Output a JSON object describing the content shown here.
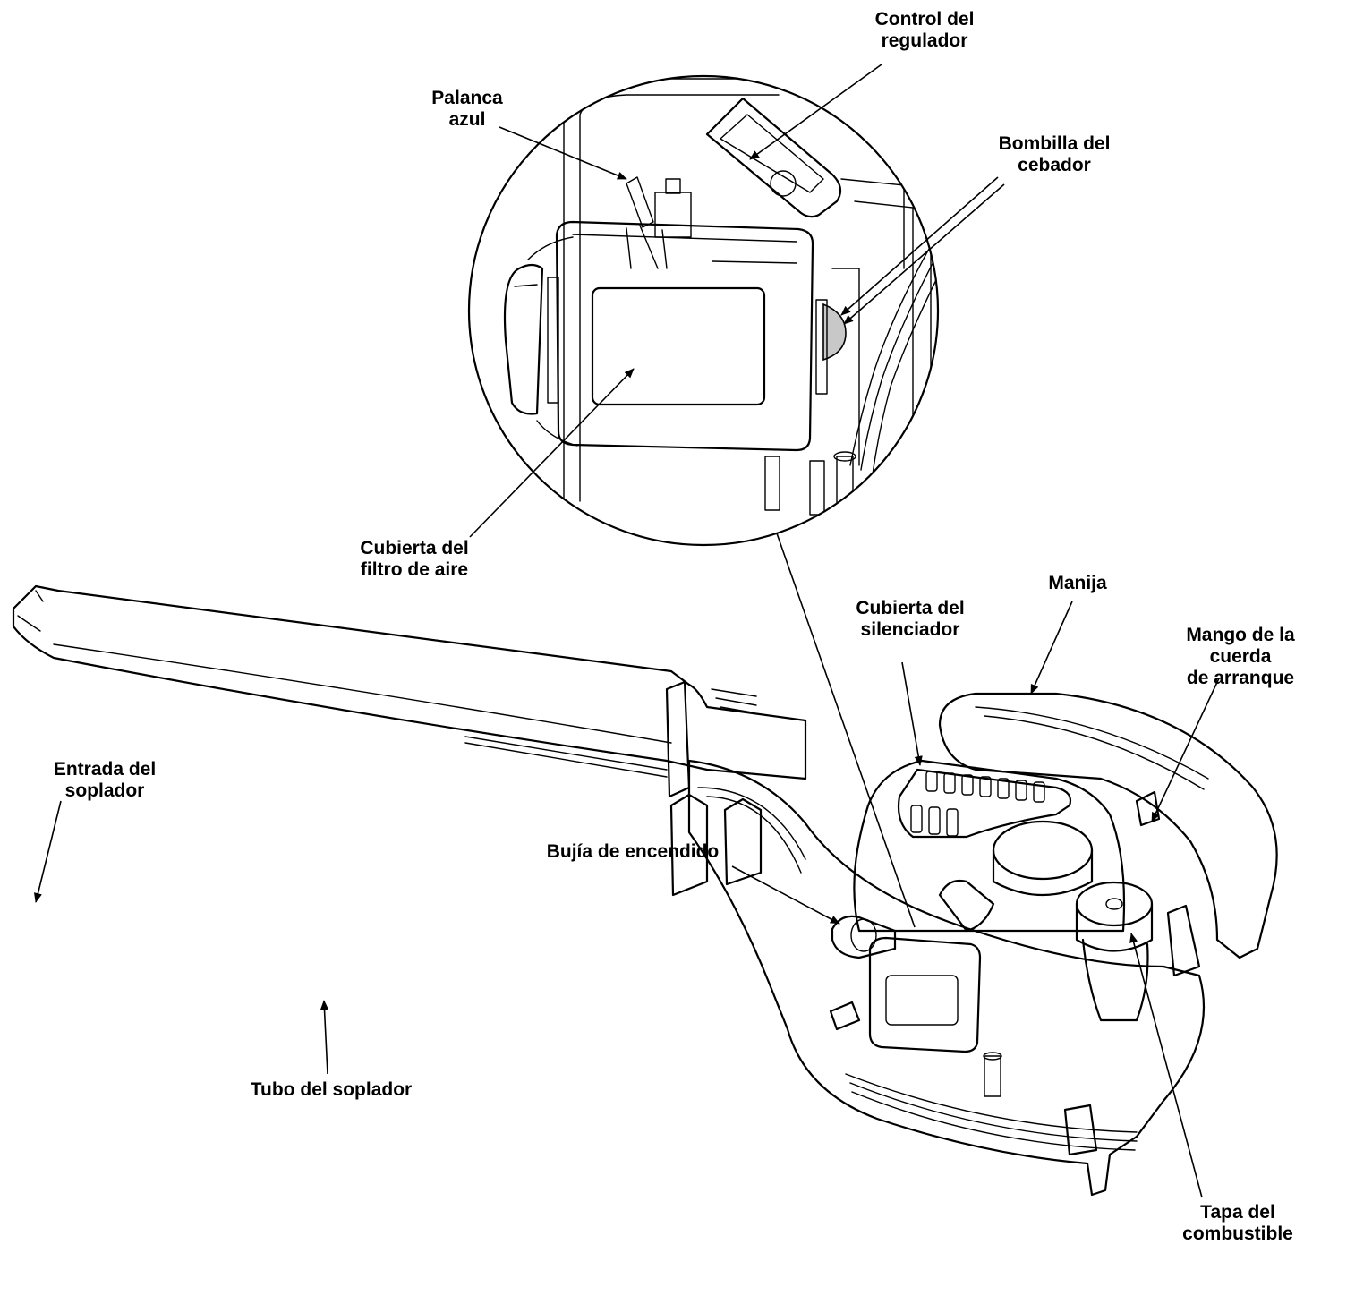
{
  "labels": {
    "throttle_control": "Control del\nregulador",
    "blue_lever": "Palanca\nazul",
    "primer_bulb": "Bombilla del\ncebador",
    "air_filter_cover": "Cubierta del\nfiltro de aire",
    "handle": "Manija",
    "muffler_cover": "Cubierta del\nsilenciador",
    "starter_rope_handle": "Mango de la cuerda\nde arranque",
    "blower_inlet": "Entrada del\nsoplador",
    "spark_plug": "Bujía de encendido",
    "blower_tube": "Tubo del soplador",
    "fuel_cap": "Tapa del\ncombustible"
  },
  "colors": {
    "line": "#000000",
    "primer_bulb_fill": "#c8c8c8",
    "background": "#ffffff"
  }
}
